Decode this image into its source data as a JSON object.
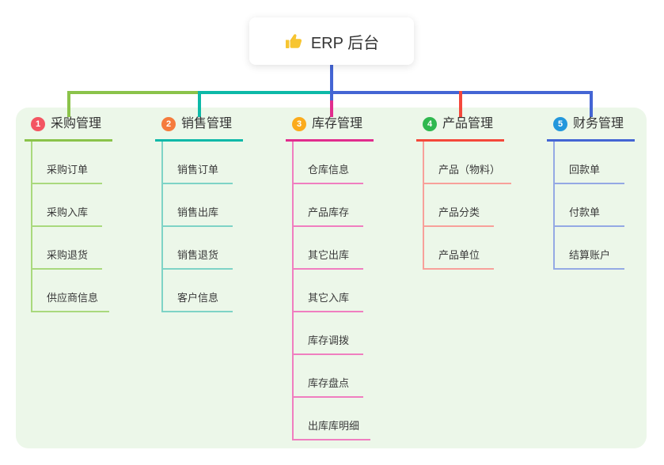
{
  "root": {
    "label": "ERP 后台",
    "icon": "thumbs-up-icon",
    "icon_color": "#f7c531",
    "background": "#ffffff"
  },
  "canvas": {
    "background": "#ffffff",
    "panel_background": "#ecf7e9"
  },
  "connectors": {
    "root_line_color": "#4465d4",
    "horizontal_left_color": "#8bc34a",
    "horizontal_middle_color": "#0db9a8",
    "horizontal_right_color": "#4465d4",
    "drop_colors": [
      "#8bc34a",
      "#0db9a8",
      "#e12d8d",
      "#f4483b",
      "#4465d4"
    ]
  },
  "branches": [
    {
      "num": "1",
      "label": "采购管理",
      "line_color": "#8bc34a",
      "badge_color": "#f35562",
      "child_line_color": "#a9d97d",
      "children": [
        "采购订单",
        "采购入库",
        "采购退货",
        "供应商信息"
      ]
    },
    {
      "num": "2",
      "label": "销售管理",
      "line_color": "#0db9a8",
      "badge_color": "#f57b3d",
      "child_line_color": "#7ed3c6",
      "children": [
        "销售订单",
        "销售出库",
        "销售退货",
        "客户信息"
      ]
    },
    {
      "num": "3",
      "label": "库存管理",
      "line_color": "#e12d8d",
      "badge_color": "#fbab1c",
      "child_line_color": "#f07ec0",
      "children": [
        "仓库信息",
        "产品库存",
        "其它出库",
        "其它入库",
        "库存调拨",
        "库存盘点",
        "出库库明细"
      ]
    },
    {
      "num": "4",
      "label": "产品管理",
      "line_color": "#f4483b",
      "badge_color": "#2fb84f",
      "child_line_color": "#f8a09a",
      "children": [
        "产品（物料）",
        "产品分类",
        "产品单位"
      ]
    },
    {
      "num": "5",
      "label": "财务管理",
      "line_color": "#4465d4",
      "badge_color": "#2397dc",
      "child_line_color": "#94a9e4",
      "children": [
        "回款单",
        "付款单",
        "结算账户"
      ]
    }
  ]
}
